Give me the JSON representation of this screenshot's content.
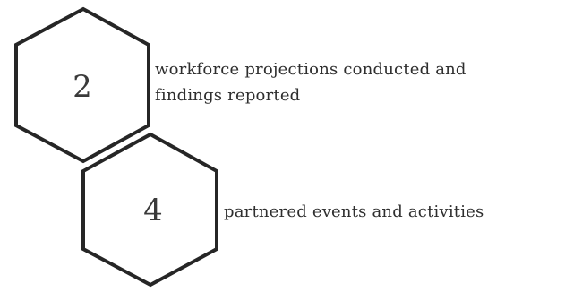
{
  "stats": [
    {
      "number": "2",
      "label_lines": [
        "workforce projections conducted and",
        "findings reported"
      ]
    },
    {
      "number": "4",
      "label_lines": [
        "partnered events and activities"
      ]
    }
  ],
  "colors": {
    "stroke": "#262626",
    "text": "#2e2e2e",
    "background": "#ffffff"
  }
}
